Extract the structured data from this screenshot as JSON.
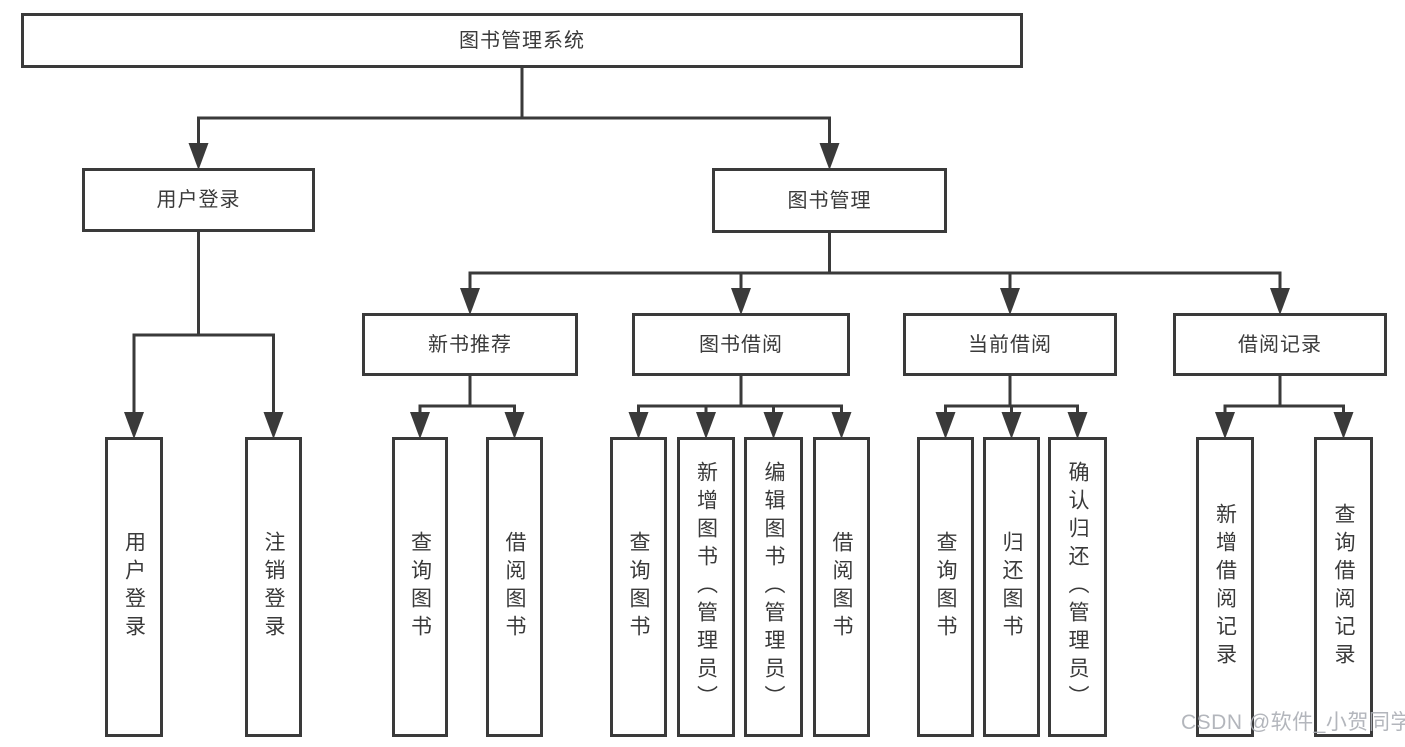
{
  "diagram_title": "图书管理系统",
  "tree": {
    "label": "图书管理系统",
    "children": [
      {
        "label": "用户登录",
        "children": [
          {
            "label": "用户登录"
          },
          {
            "label": "注销登录"
          }
        ]
      },
      {
        "label": "图书管理",
        "children": [
          {
            "label": "新书推荐",
            "children": [
              {
                "label": "查询图书"
              },
              {
                "label": "借阅图书"
              }
            ]
          },
          {
            "label": "图书借阅",
            "children": [
              {
                "label": "查询图书"
              },
              {
                "label": "新增图书（管理员）"
              },
              {
                "label": "编辑图书（管理员）"
              },
              {
                "label": "借阅图书"
              }
            ]
          },
          {
            "label": "当前借阅",
            "children": [
              {
                "label": "查询图书"
              },
              {
                "label": "归还图书"
              },
              {
                "label": "确认归还（管理员）"
              }
            ]
          },
          {
            "label": "借阅记录",
            "children": [
              {
                "label": "新增借阅记录"
              },
              {
                "label": "查询借阅记录"
              }
            ]
          }
        ]
      }
    ]
  },
  "watermark": {
    "text": "CSDN @软件_小贺同学"
  },
  "colors": {
    "line": "#3a3a3a",
    "text": "#3a3a3a",
    "box_background": "#ffffff",
    "watermark": "#acb0b6"
  }
}
